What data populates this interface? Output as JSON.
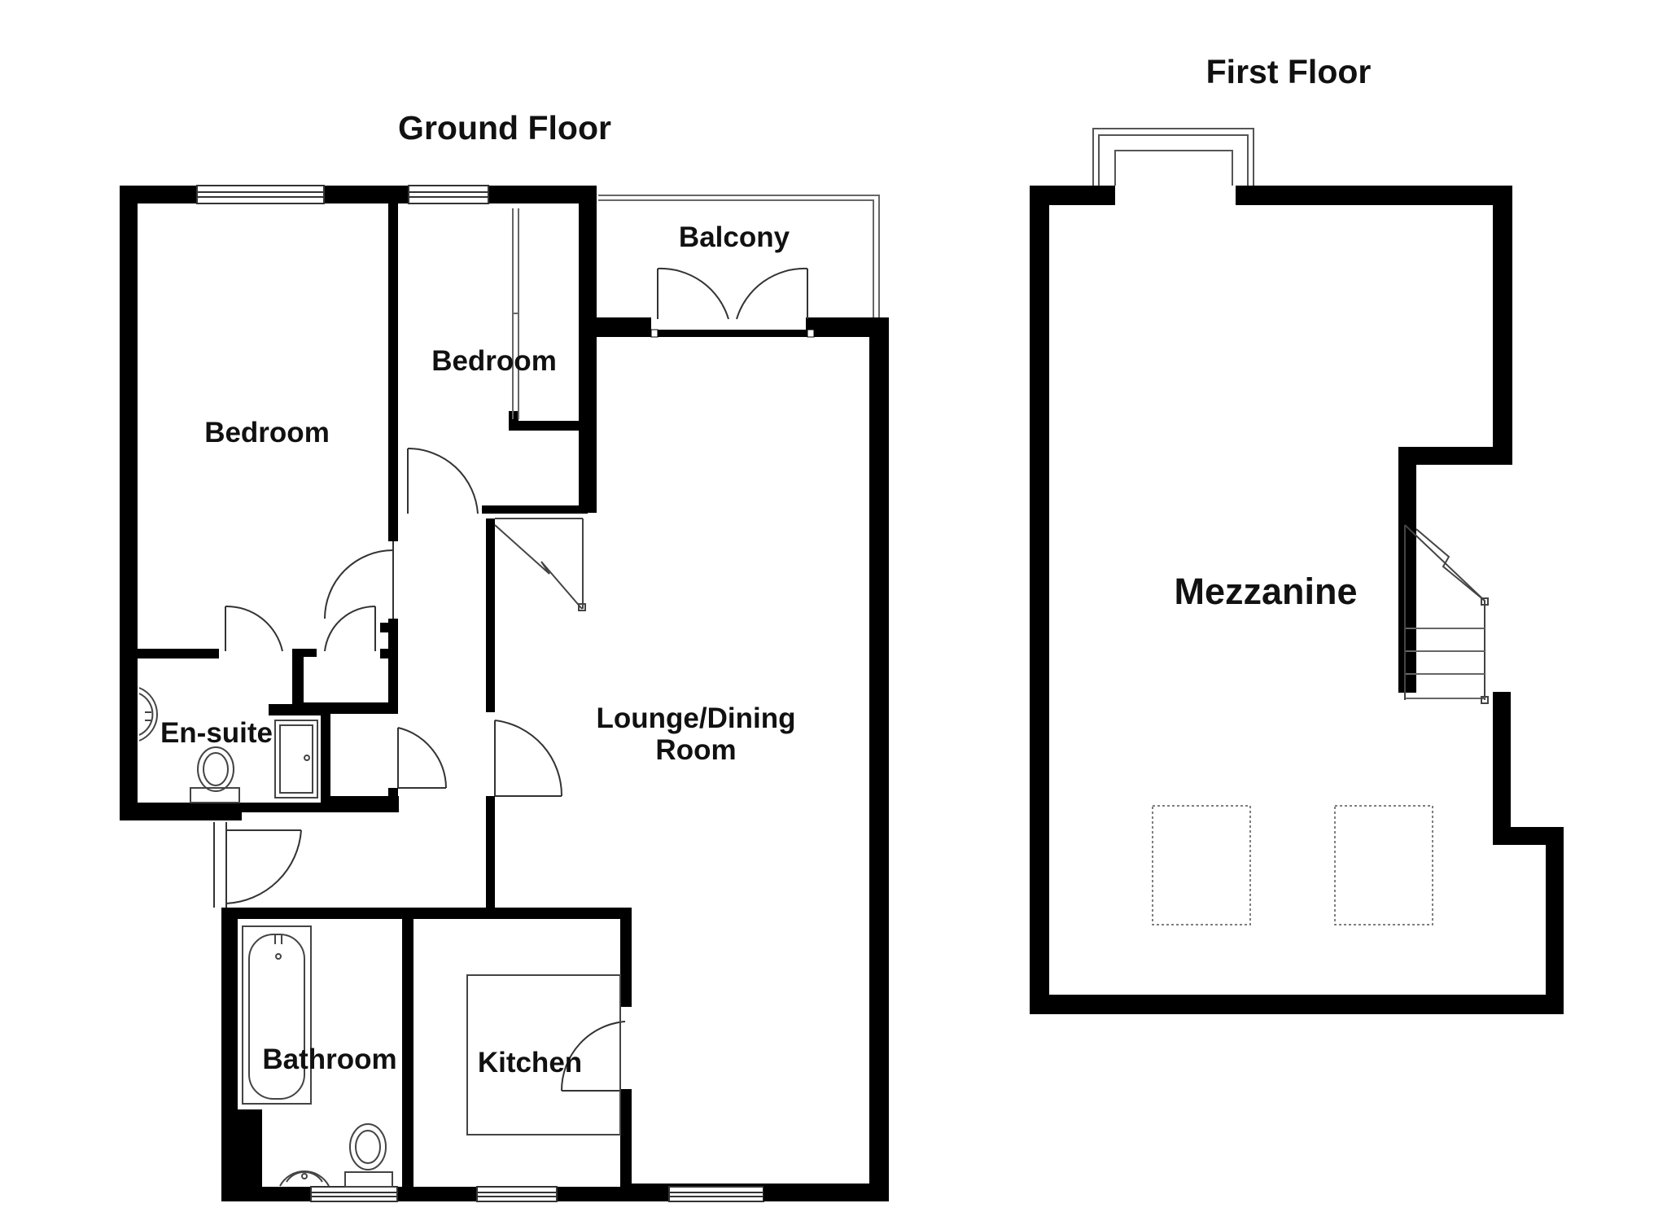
{
  "floors": {
    "ground": {
      "title": "Ground Floor"
    },
    "first": {
      "title": "First Floor"
    }
  },
  "rooms": {
    "bedroom_main": "Bedroom",
    "bedroom_second": "Bedroom",
    "balcony": "Balcony",
    "ensuite": "En-suite",
    "lounge_line1": "Lounge/Dining",
    "lounge_line2": "Room",
    "bathroom": "Bathroom",
    "kitchen": "Kitchen",
    "mezzanine": "Mezzanine"
  },
  "colors": {
    "wall": "#000000",
    "line": "#555555",
    "background": "#ffffff"
  }
}
